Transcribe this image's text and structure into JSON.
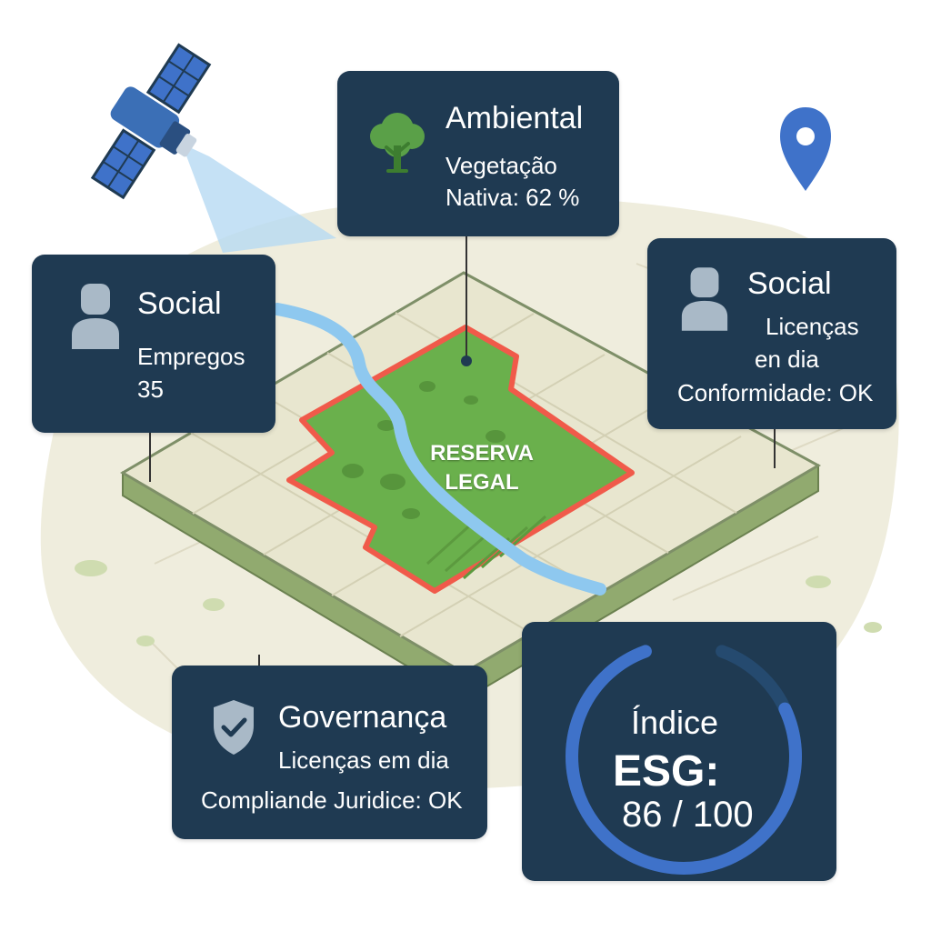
{
  "map": {
    "reserve_line1": "RESERVA",
    "reserve_line2": "LEGAL",
    "satellite_icon": "satellite-icon",
    "pin_icon": "location-pin-icon"
  },
  "cards": {
    "ambiental": {
      "title": "Ambiental",
      "line1": "Vegetação",
      "line2": "Nativa: 62 %",
      "icon": "tree-icon"
    },
    "social_left": {
      "title": "Social",
      "line1": "Empregos",
      "line2": "35",
      "icon": "person-icon"
    },
    "social_right": {
      "title": "Social",
      "line1": "Licenças",
      "line2": "en dia",
      "line3": "Conformidade: OK",
      "icon": "person-icon"
    },
    "governanca": {
      "title": "Governança",
      "line1": "Licenças em dia",
      "line2": "Compliande Juridice: OK",
      "icon": "shield-check-icon"
    },
    "esg": {
      "label": "Índice",
      "big": "ESG:",
      "score_text": "86 / 100",
      "score": 86,
      "max": 100
    }
  },
  "colors": {
    "card_bg": "#1f3a52",
    "field_green": "#6ab04c",
    "boundary_red": "#f05a4a",
    "river_blue": "#8ec8ef",
    "gauge_blue": "#3f72c9"
  }
}
